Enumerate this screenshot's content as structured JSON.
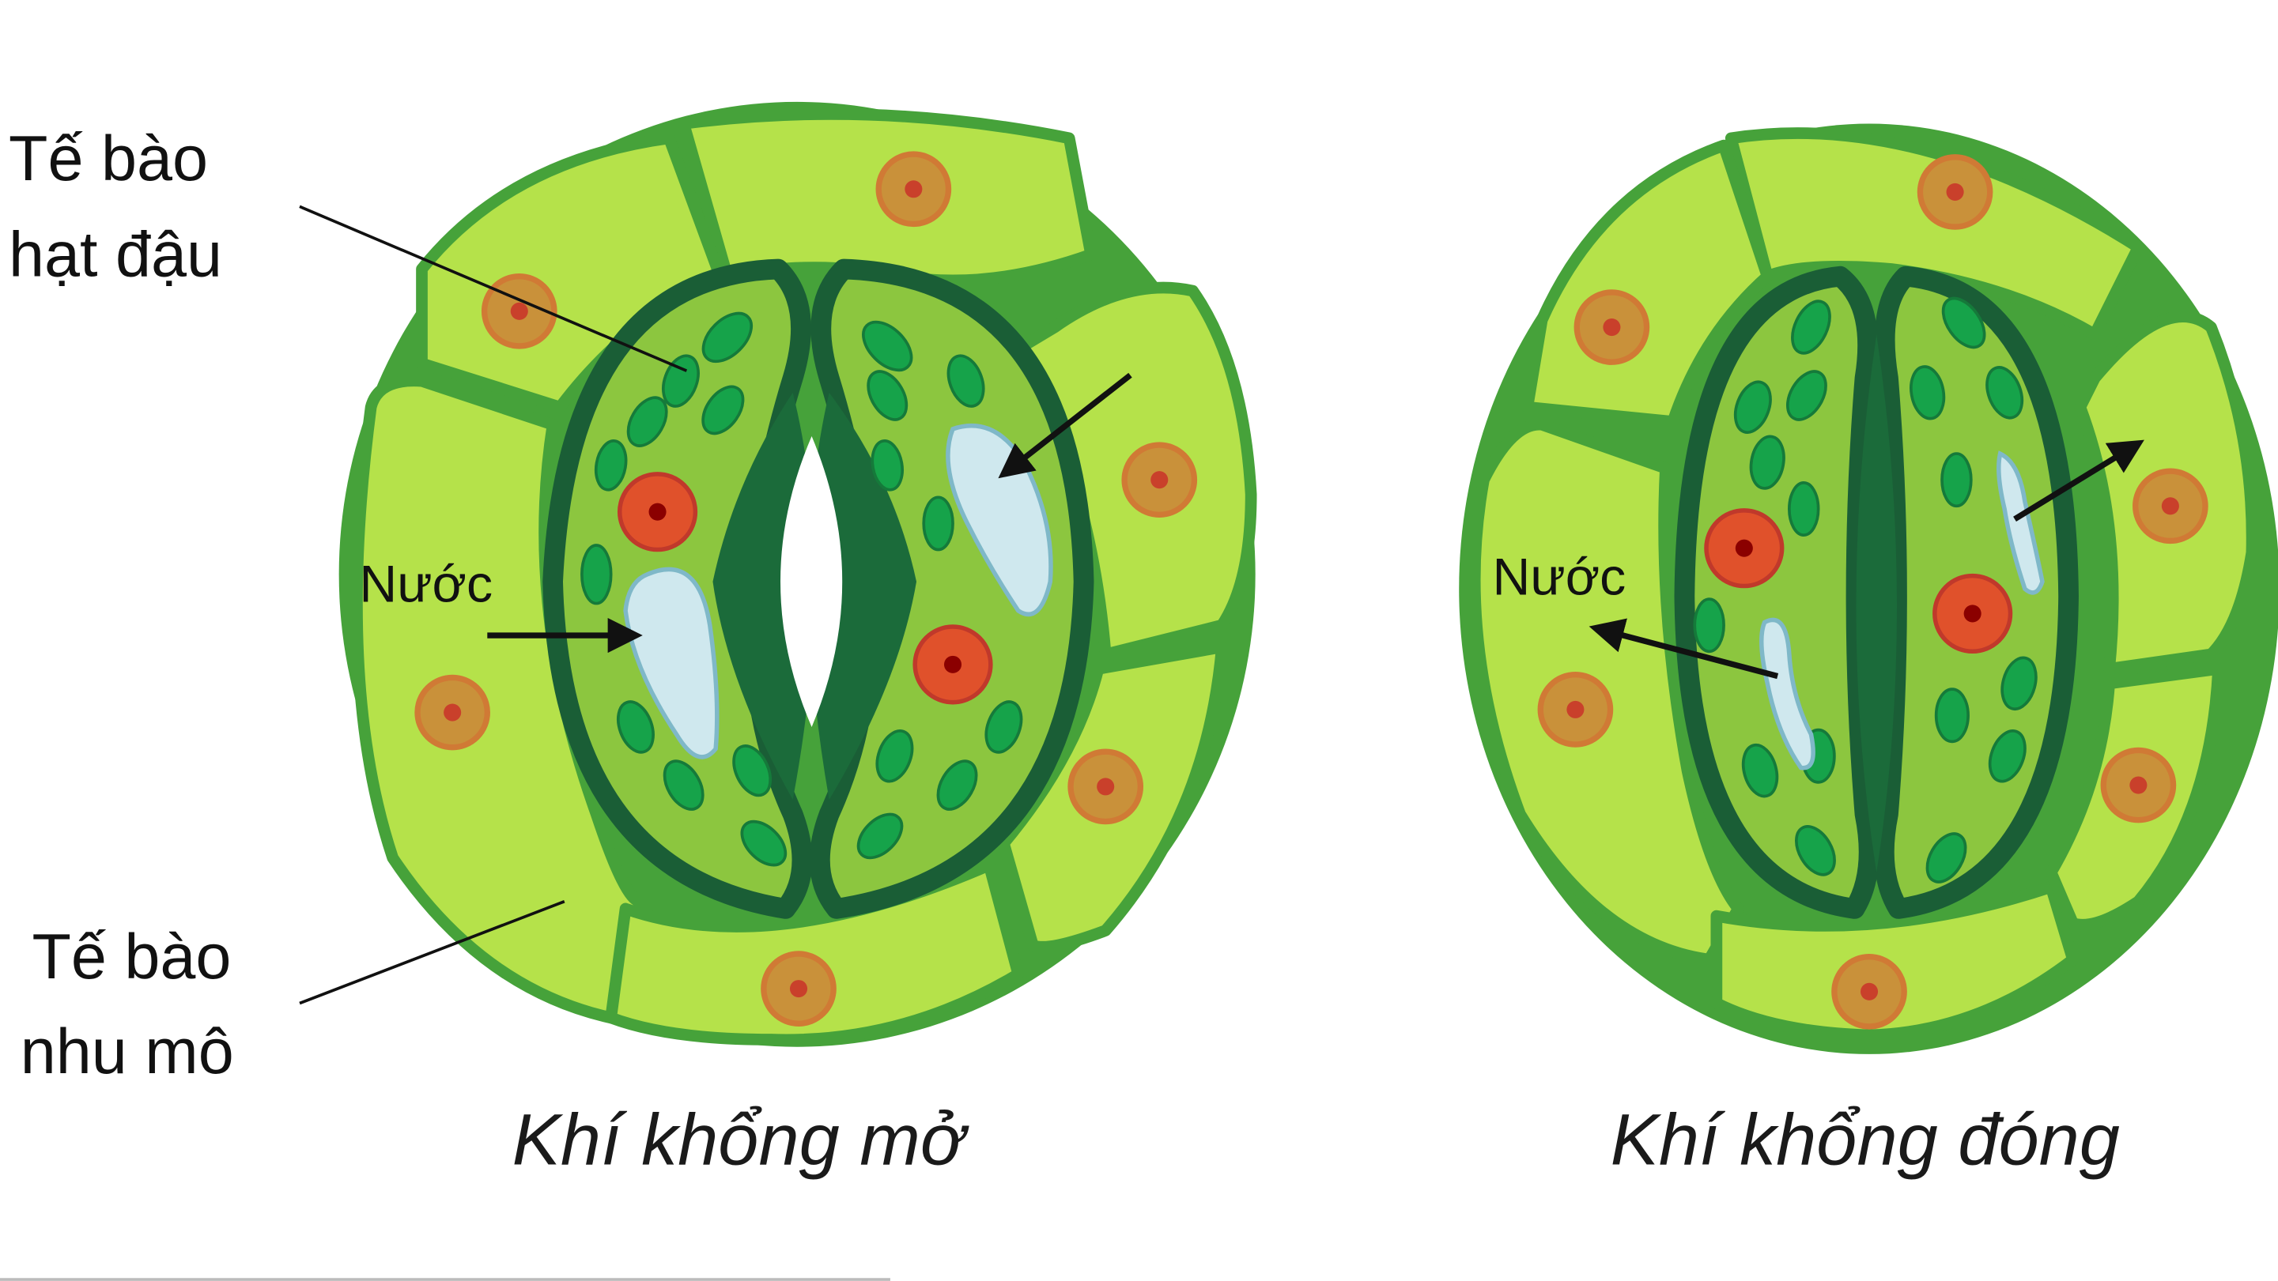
{
  "colors": {
    "outer_cell_fill": "#b5e24a",
    "outer_cell_stroke": "#46a23a",
    "guard_fill": "#8cc63f",
    "guard_stroke": "#1a5e36",
    "pore_wall": "#1b6b3a",
    "chloroplast": "#16a34a",
    "nucleus_guard": "#e0512b",
    "nucleus_outer": "#c9913a",
    "vacuole": "#cfe8ee",
    "arrow": "#111111"
  },
  "labels": {
    "guard_cell": "Tế bào\nhạt đậu",
    "parenchyma_cell": "Tế bào\nnhu mô",
    "water_open": "Nước",
    "water_closed": "Nước"
  },
  "captions": {
    "open": "Khí khổng mở",
    "closed": "Khí khổng đóng"
  }
}
